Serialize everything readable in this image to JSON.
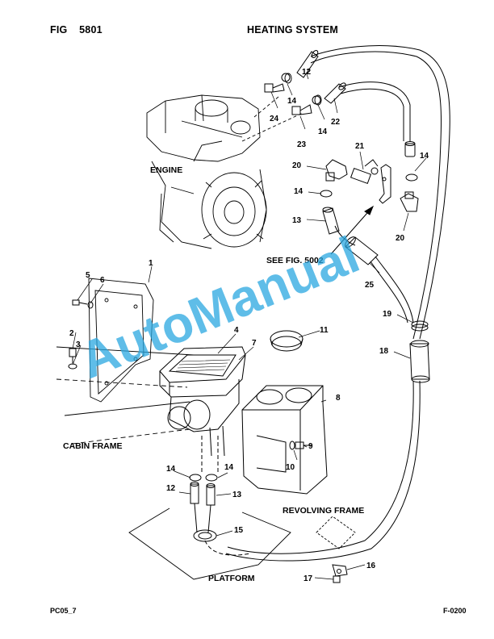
{
  "header": {
    "fig_label": "FIG",
    "fig_number": "5801",
    "title": "HEATING SYSTEM"
  },
  "footer": {
    "left_code": "PC05_7",
    "right_code": "F-0200"
  },
  "watermark": {
    "text": "AutoManual",
    "color": "#2aa7e0"
  },
  "labels": {
    "engine": "ENGINE",
    "cabin_frame": "CABIN FRAME",
    "revolving_frame": "REVOLVING FRAME",
    "platform": "PLATFORM",
    "see_fig": "SEE FIG. 5002"
  },
  "callouts": {
    "c1": "1",
    "c2": "2",
    "c3": "3",
    "c4": "4",
    "c5": "5",
    "c6": "6",
    "c7": "7",
    "c8": "8",
    "c9": "9",
    "c10": "10",
    "c11": "11",
    "c12_top": "12",
    "c12_bottom": "12",
    "c13_top": "13",
    "c13_bottom": "13",
    "c14_a": "14",
    "c14_b": "14",
    "c14_c": "14",
    "c14_d": "14",
    "c14_e": "14",
    "c14_f": "14",
    "c15": "15",
    "c16": "16",
    "c17": "17",
    "c18": "18",
    "c19": "19",
    "c20_left": "20",
    "c20_right": "20",
    "c21": "21",
    "c22": "22",
    "c23": "23",
    "c24": "24",
    "c25": "25"
  }
}
